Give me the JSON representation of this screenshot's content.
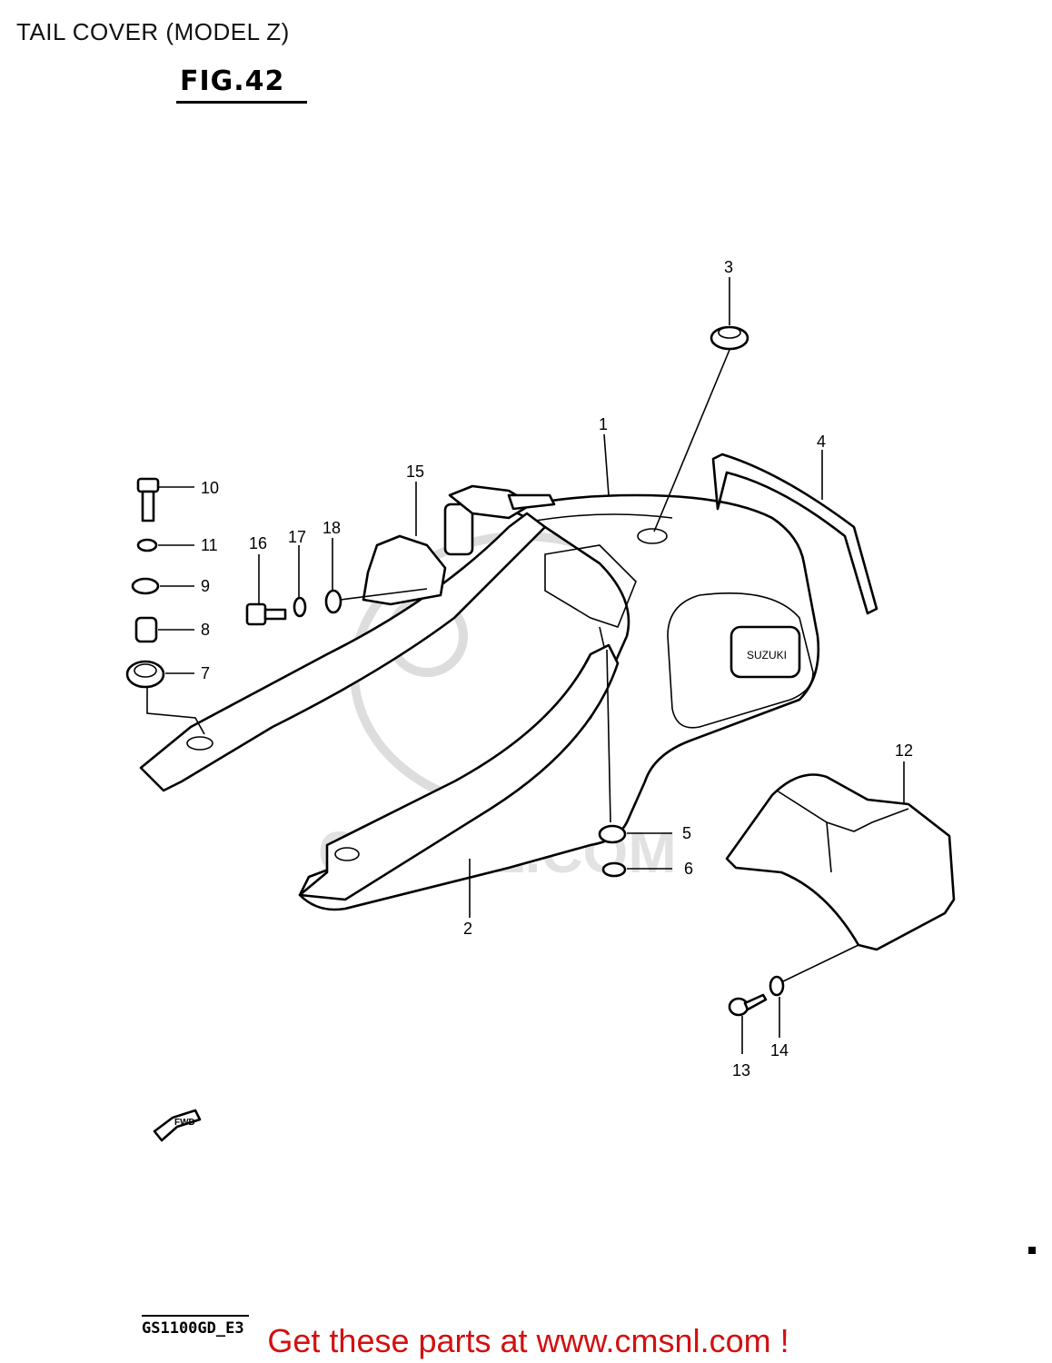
{
  "title": "TAIL COVER (MODEL Z)",
  "figure_label": "FIG.42",
  "model_code": "GS1100GD_E3",
  "promo": "Get these parts at www.cmsnl.com !",
  "watermark": "CMSNL.COM",
  "direction_marker": "FWD",
  "callouts": [
    "1",
    "2",
    "3",
    "4",
    "5",
    "6",
    "7",
    "8",
    "9",
    "10",
    "11",
    "12",
    "13",
    "14",
    "15",
    "16",
    "17",
    "18"
  ],
  "colors": {
    "promo": "#d21010",
    "line": "#000000"
  }
}
